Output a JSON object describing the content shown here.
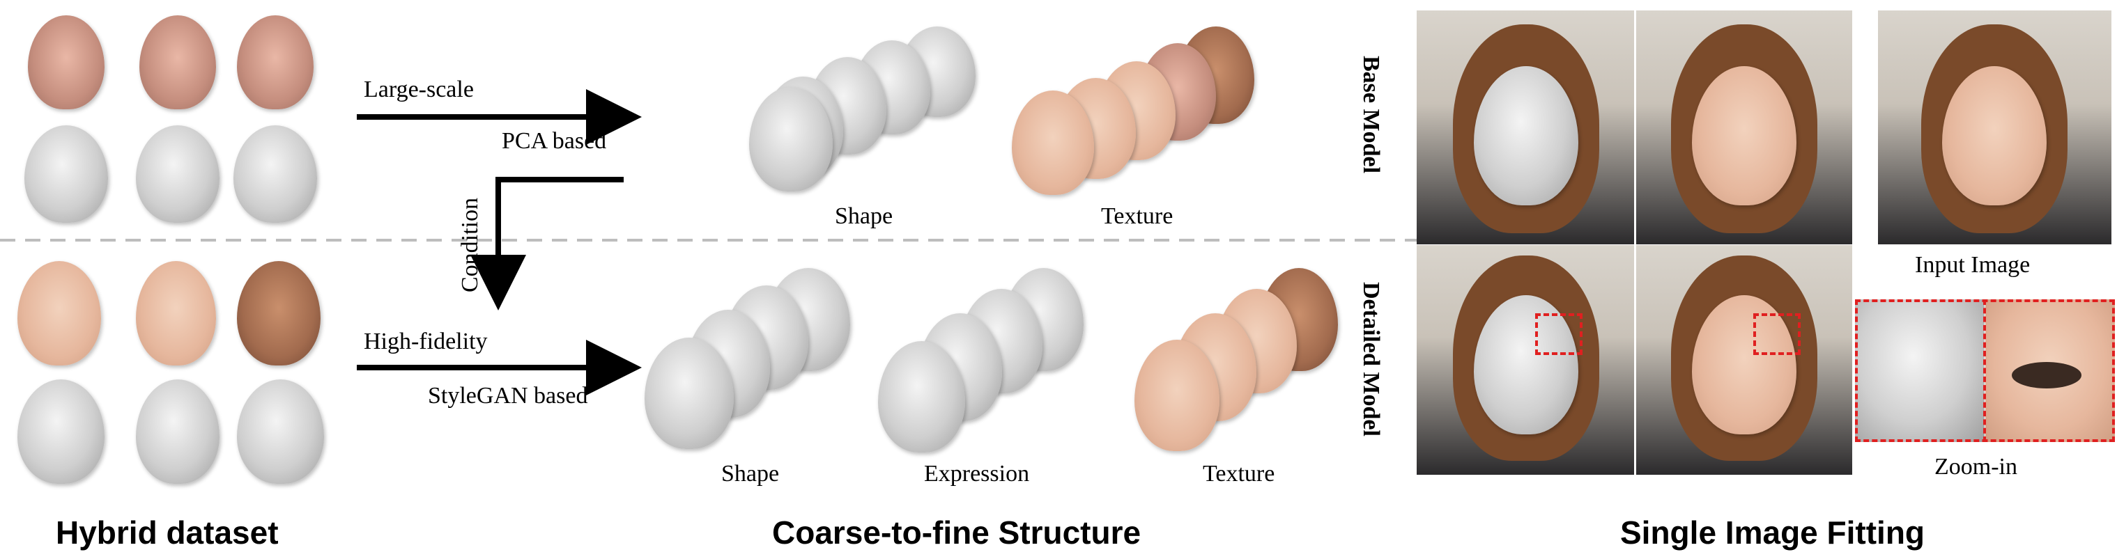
{
  "sections": {
    "left_title": "Hybrid dataset",
    "middle_title": "Coarse-to-fine Structure",
    "right_title": "Single Image Fitting"
  },
  "arrows": {
    "top_above": "Large-scale",
    "top_below": "PCA based",
    "condition": "Condition",
    "bottom_above": "High-fidelity",
    "bottom_below": "StyleGAN based"
  },
  "captions": {
    "top_shape": "Shape",
    "top_texture": "Texture",
    "bottom_shape": "Shape",
    "bottom_expression": "Expression",
    "bottom_texture": "Texture",
    "input_image": "Input Image",
    "zoom_in": "Zoom-in"
  },
  "row_labels": {
    "base": "Base Model",
    "detailed": "Detailed Model"
  },
  "colors": {
    "divider": "#bdbdbd",
    "zoom_box": "#e02020",
    "arrow": "#000000"
  }
}
